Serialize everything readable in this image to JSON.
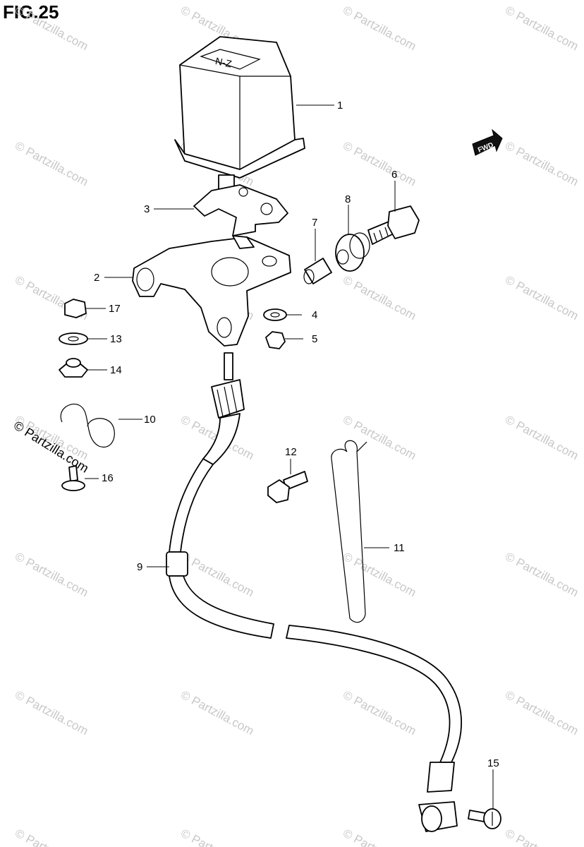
{
  "figure": {
    "title": "FIG.25"
  },
  "watermark": {
    "text": "© Partzilla.com"
  },
  "badge": {
    "text": "FWD"
  },
  "callouts": [
    {
      "id": "1",
      "label": "1"
    },
    {
      "id": "2",
      "label": "2"
    },
    {
      "id": "3",
      "label": "3"
    },
    {
      "id": "4",
      "label": "4"
    },
    {
      "id": "5",
      "label": "5"
    },
    {
      "id": "6",
      "label": "6"
    },
    {
      "id": "7",
      "label": "7"
    },
    {
      "id": "8",
      "label": "8"
    },
    {
      "id": "9",
      "label": "9"
    },
    {
      "id": "10",
      "label": "10"
    },
    {
      "id": "11",
      "label": "11"
    },
    {
      "id": "12",
      "label": "12"
    },
    {
      "id": "13",
      "label": "13"
    },
    {
      "id": "14",
      "label": "14"
    },
    {
      "id": "15",
      "label": "15"
    },
    {
      "id": "16",
      "label": "16"
    },
    {
      "id": "17",
      "label": "17"
    }
  ]
}
